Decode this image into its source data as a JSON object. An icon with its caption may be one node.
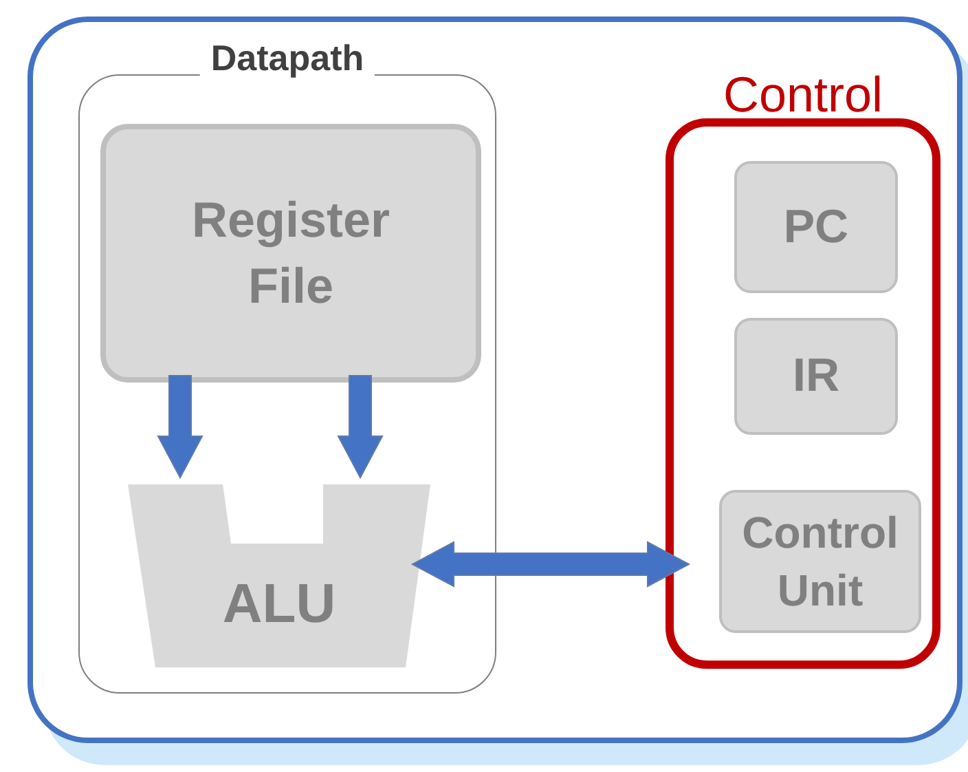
{
  "diagram": {
    "nodes": [
      {
        "text": [],
        "shape": "box"
      },
      {
        "text": [
          "Datapath"
        ],
        "in": 0
      },
      {
        "text": [
          "Register File"
        ],
        "in": 1
      },
      {
        "text": [
          "ALU"
        ],
        "in": 1
      },
      {
        "text": [
          "Control"
        ],
        "in": 0
      },
      {
        "text": [
          "PC"
        ],
        "in": 4
      },
      {
        "text": [
          "IR"
        ],
        "in": 4
      },
      {
        "text": [
          "Control Unit"
        ],
        "in": 4
      }
    ],
    "edges": [
      {
        "from": 2,
        "to": 3,
        "arrow": "to",
        "style": "thick"
      },
      {
        "from": 2,
        "to": 3,
        "arrow": "to",
        "style": "thick"
      },
      {
        "from": 3,
        "to": 7,
        "arrow": "both",
        "style": "thick"
      }
    ]
  }
}
